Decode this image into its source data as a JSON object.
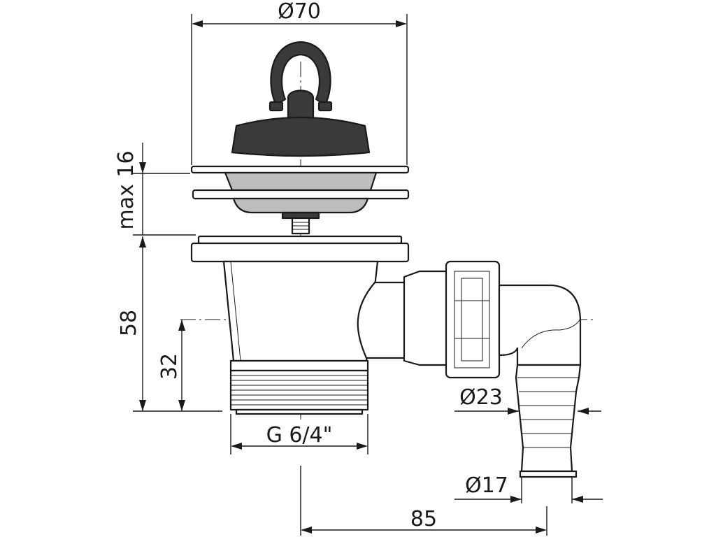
{
  "dimensions": {
    "top_diameter": "Ø70",
    "max_height": "max 16",
    "body_height": "58",
    "outlet_height": "32",
    "thread": "G 6/4\"",
    "outlet_diameter": "Ø23",
    "hose_diameter": "Ø17",
    "offset": "85"
  },
  "colors": {
    "line": "#1a1a1a",
    "plug": "#3a3a3a",
    "strainer": "#bdbdbd"
  }
}
